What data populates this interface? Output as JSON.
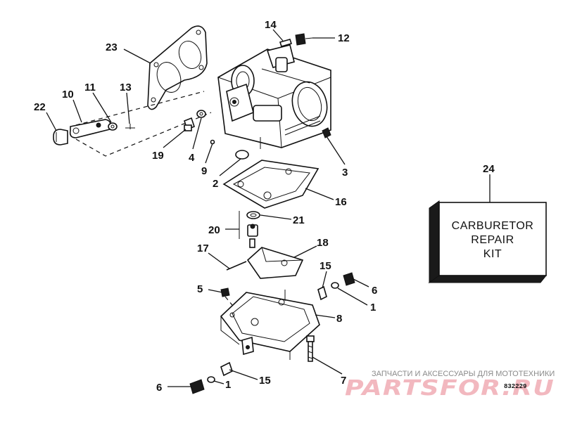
{
  "callouts": [
    {
      "id": "c14",
      "label": "14"
    },
    {
      "id": "c12",
      "label": "12"
    },
    {
      "id": "c23",
      "label": "23"
    },
    {
      "id": "c10",
      "label": "10"
    },
    {
      "id": "c11",
      "label": "11"
    },
    {
      "id": "c13",
      "label": "13"
    },
    {
      "id": "c22",
      "label": "22"
    },
    {
      "id": "c19",
      "label": "19"
    },
    {
      "id": "c4",
      "label": "4"
    },
    {
      "id": "c9",
      "label": "9"
    },
    {
      "id": "c2",
      "label": "2"
    },
    {
      "id": "c3",
      "label": "3"
    },
    {
      "id": "c16",
      "label": "16"
    },
    {
      "id": "c24",
      "label": "24"
    },
    {
      "id": "c20",
      "label": "20"
    },
    {
      "id": "c21",
      "label": "21"
    },
    {
      "id": "c18",
      "label": "18"
    },
    {
      "id": "c17",
      "label": "17"
    },
    {
      "id": "c15a",
      "label": "15"
    },
    {
      "id": "c6a",
      "label": "6"
    },
    {
      "id": "c5",
      "label": "5"
    },
    {
      "id": "c1a",
      "label": "1"
    },
    {
      "id": "c8",
      "label": "8"
    },
    {
      "id": "c7",
      "label": "7"
    },
    {
      "id": "c6b",
      "label": "6"
    },
    {
      "id": "c1b",
      "label": "1"
    },
    {
      "id": "c15b",
      "label": "15"
    }
  ],
  "kit_box": {
    "line1": "CARBURETOR",
    "line2": "REPAIR",
    "line3": "KIT"
  },
  "figure_number": "832229",
  "watermark": {
    "caption": "ЗАПЧАСТИ И АКСЕССУАРЫ ДЛЯ МОТОТЕХНИКИ",
    "logo": "PARTSFOR.RU"
  }
}
